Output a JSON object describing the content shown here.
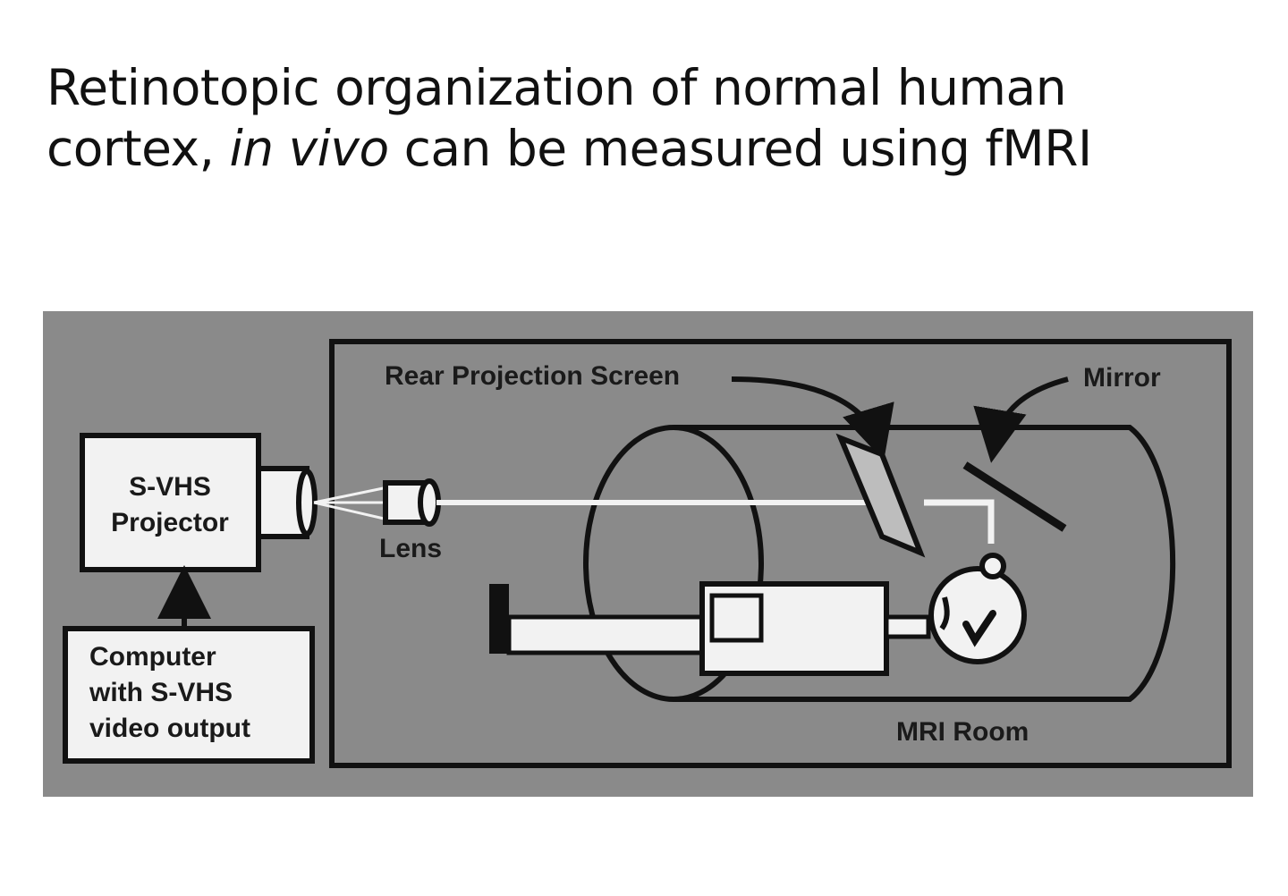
{
  "title": {
    "line1": "Retinotopic organization of normal human",
    "line2_pre": "cortex, ",
    "line2_italic": "in vivo",
    "line2_post": " can be measured using fMRI"
  },
  "diagram": {
    "projector_line1": "S-VHS",
    "projector_line2": "Projector",
    "computer_line1": "Computer",
    "computer_line2": "with S-VHS",
    "computer_line3": "video output",
    "lens_label": "Lens",
    "screen_label": "Rear Projection Screen",
    "mirror_label": "Mirror",
    "room_label": "MRI Room"
  },
  "colors": {
    "panel": "#8a8a8a",
    "ink": "#111111",
    "light": "#f2f2f2",
    "screen": "#bdbdbd"
  }
}
